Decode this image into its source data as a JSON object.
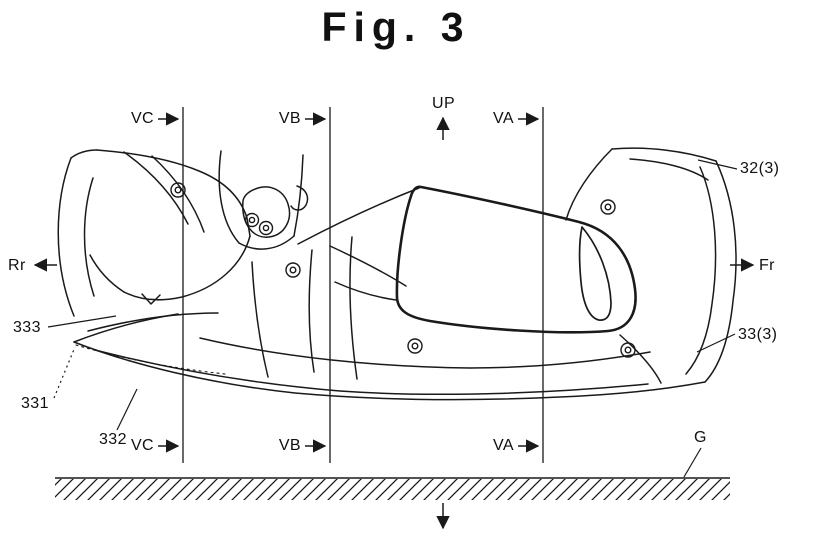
{
  "colors": {
    "ink": "#1a1a1a",
    "background": "#ffffff"
  },
  "title": "Fig. 3",
  "section_markers": {
    "vc": "VC",
    "vb": "VB",
    "va": "VA"
  },
  "orientation": {
    "up": "UP",
    "rear": "Rr",
    "front": "Fr"
  },
  "reference_labels": {
    "part_32": "32(3)",
    "part_33": "33(3)",
    "part_333": "333",
    "part_331": "331",
    "part_332": "332",
    "ground": "G"
  }
}
